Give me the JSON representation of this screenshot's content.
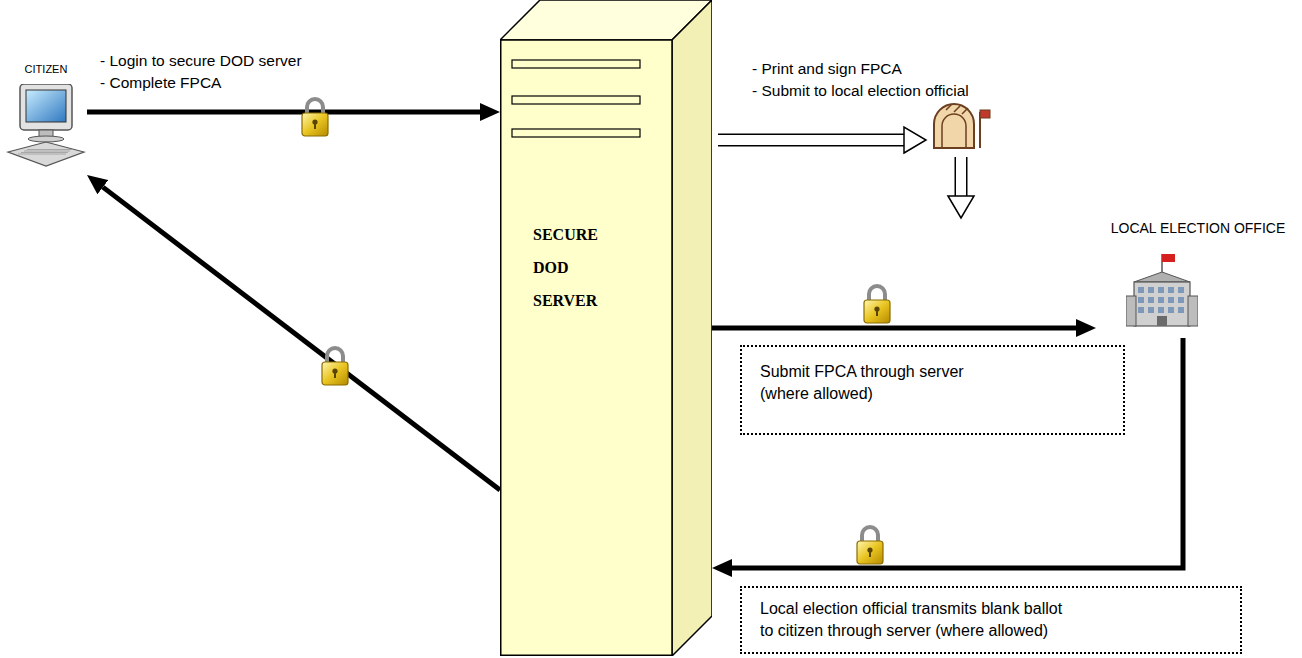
{
  "diagram": {
    "nodes": [
      {
        "text": [
          "CITIZEN"
        ]
      },
      {
        "text": [
          "SECURE DOD SERVER"
        ]
      },
      {
        "text": [
          "LOCAL ELECTION OFFICE"
        ]
      },
      {
        "text": [
          "Submit FPCA through server (where allowed)"
        ]
      },
      {
        "text": [
          "Local election official transmits blank ballot to citizen through server (where allowed)"
        ]
      }
    ],
    "edges": [
      {
        "from": 0,
        "to": 1,
        "arrow": "to",
        "label": "- Login to secure DOD server - Complete FPCA"
      },
      {
        "from": 1,
        "to": 0,
        "arrow": "to"
      },
      {
        "from": 1,
        "to": 2,
        "arrow": "to",
        "label": "- Print and sign FPCA - Submit to local election official"
      },
      {
        "from": 1,
        "to": 2,
        "arrow": "to"
      },
      {
        "from": 2,
        "to": 1,
        "arrow": "to"
      }
    ]
  }
}
